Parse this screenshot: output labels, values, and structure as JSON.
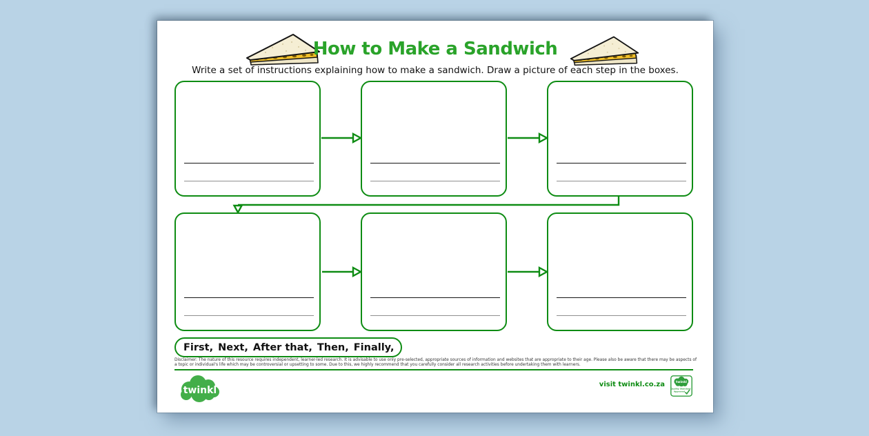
{
  "worksheet": {
    "title": "How to Make a Sandwich",
    "instructions": "Write a set of instructions explaining how to make a sandwich. Draw a picture of each step in the boxes.",
    "step_boxes": {
      "count": 6,
      "writing_lines_per_box": 2
    },
    "word_bank": {
      "words": [
        "First,",
        "Next,",
        "After that,",
        "Then,",
        "Finally,"
      ]
    },
    "disclaimer": "Disclaimer: The nature of this resource requires independent, learner-led research. It is advisable to use only pre-selected, appropriate sources of information and websites that are appropriate to their age. Please also be aware that there may be aspects of a topic or individual's life which may be controversial or upsetting to some. Due to this, we highly recommend that you carefully consider all research activities before undertaking them with learners.",
    "footer": {
      "logo_text": "twinkl",
      "visit_text": "visit twinkl.co.za",
      "badge": {
        "logo_text": "twinkl",
        "line1": "Quality Standard",
        "line2": "Approved",
        "check": "✓"
      }
    },
    "colors": {
      "accent_green": "#0e8c13",
      "title_green": "#2aa32a",
      "logo_green": "#43ae49",
      "background_blue": "#b9d3e6",
      "bread": "#f5eed4",
      "filling_yellow": "#f3c12a"
    }
  }
}
